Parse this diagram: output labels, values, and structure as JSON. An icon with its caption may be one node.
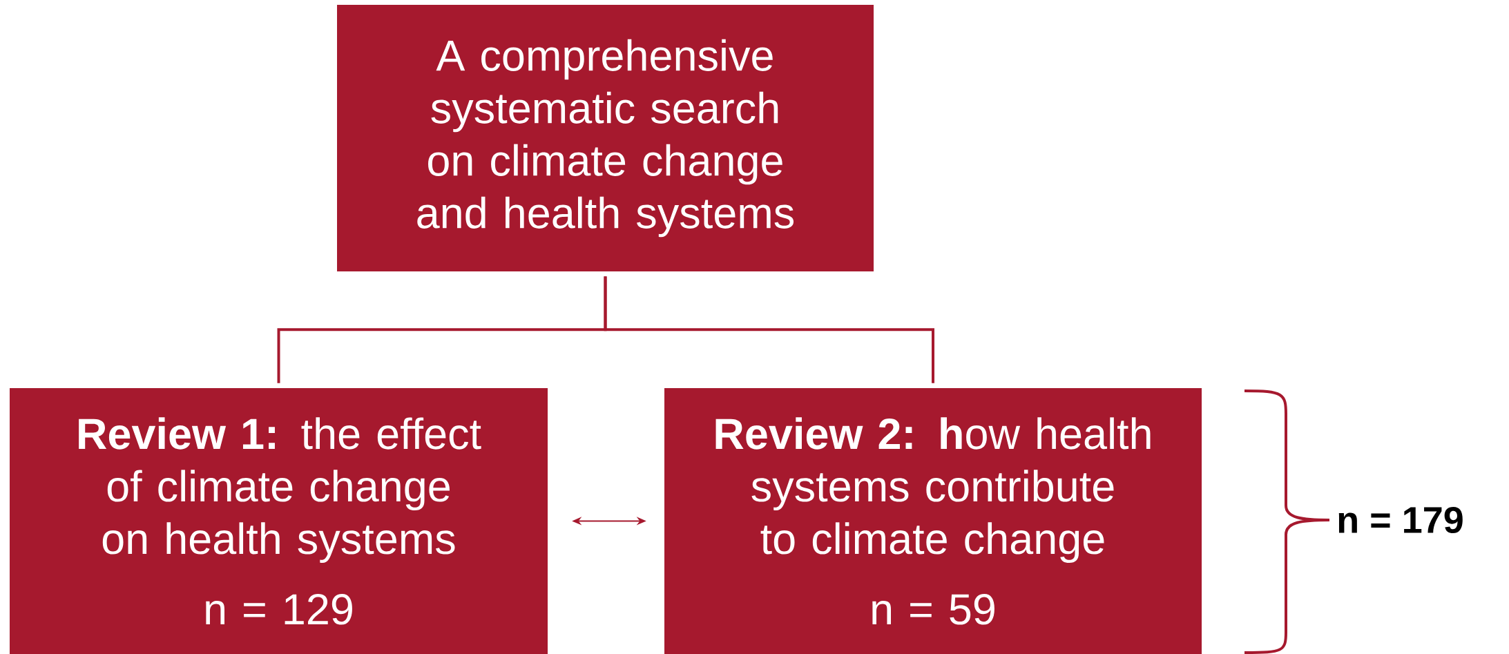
{
  "diagram": {
    "nodes": [
      {
        "text": [
          "A comprehensive systematic search on climate change and health systems"
        ]
      },
      {
        "text": [
          "**Review 1:** the effect of climate change on health systems",
          "n = 129"
        ]
      },
      {
        "text": [
          "**Review 2: h**ow health systems contribute to climate change",
          "n = 59"
        ]
      }
    ],
    "edges": [
      {
        "from": 0,
        "to": 1,
        "arrow": "none"
      },
      {
        "from": 0,
        "to": 2,
        "arrow": "none"
      },
      {
        "from": 1,
        "to": 2,
        "arrow": "both"
      }
    ],
    "labels": [
      "**n = 179**"
    ]
  }
}
